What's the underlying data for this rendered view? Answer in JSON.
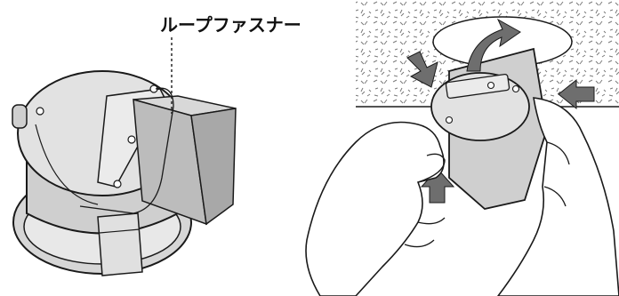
{
  "callout": {
    "label": "ループファスナー"
  },
  "colors": {
    "outline": "#1a1a1a",
    "body_fill": "#e2e2e2",
    "shadow_fill": "#b9b9b9",
    "housing_fill": "#cfcfcf",
    "ceiling_speckle": "#7a7a7a",
    "arrow_fill": "#6e6e6e"
  },
  "figures": [
    {
      "name": "left-figure",
      "description_icon": "ceiling-speaker-with-loop-fastener"
    },
    {
      "name": "right-figure",
      "description_icon": "hands-installing-speaker-into-ceiling"
    }
  ]
}
